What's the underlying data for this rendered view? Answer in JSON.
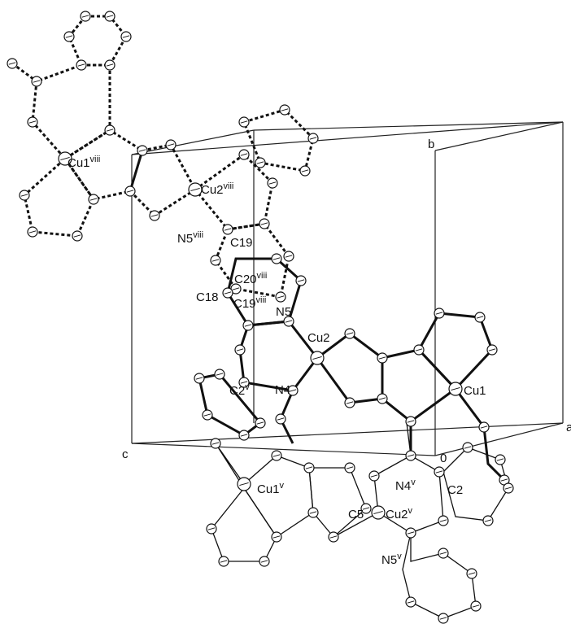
{
  "axes": {
    "b": "b",
    "c": "c",
    "origin": "0",
    "a": "a"
  },
  "labels": {
    "cu1_viii": {
      "base": "Cu1",
      "sup": "viii"
    },
    "cu2_viii": {
      "base": "Cu2",
      "sup": "viii"
    },
    "n5_viii": {
      "base": "N5",
      "sup": "viii"
    },
    "c19": {
      "base": "C19",
      "sup": ""
    },
    "c20_viii": {
      "base": "C20",
      "sup": "viii"
    },
    "c18": {
      "base": "C18",
      "sup": ""
    },
    "c19_viii": {
      "base": "C19",
      "sup": "viii"
    },
    "n5": {
      "base": "N5",
      "sup": ""
    },
    "cu2": {
      "base": "Cu2",
      "sup": ""
    },
    "c2_v": {
      "base": "C2",
      "sup": "v"
    },
    "n4": {
      "base": "N4",
      "sup": ""
    },
    "cu1": {
      "base": "Cu1",
      "sup": ""
    },
    "cu1_v": {
      "base": "Cu1",
      "sup": "v"
    },
    "n4_v": {
      "base": "N4",
      "sup": "v"
    },
    "c2": {
      "base": "C2",
      "sup": ""
    },
    "c5": {
      "base": "C5",
      "sup": ""
    },
    "cu2_v": {
      "base": "Cu2",
      "sup": "v"
    },
    "n5_v": {
      "base": "N5",
      "sup": "v"
    }
  }
}
